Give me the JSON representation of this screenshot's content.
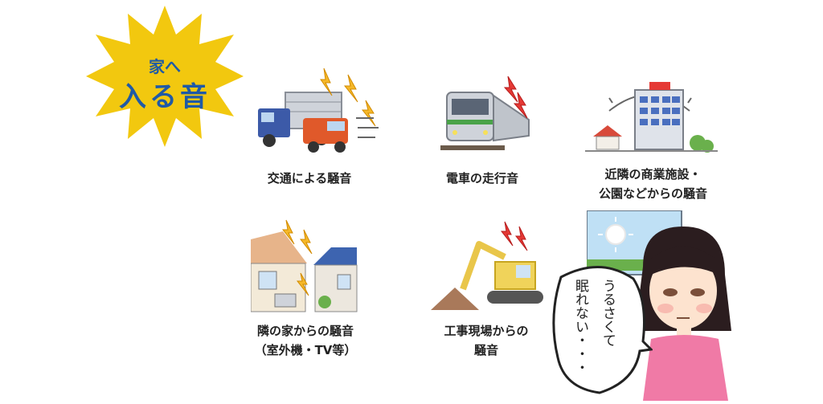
{
  "badge": {
    "line1": "家へ",
    "line2": "入る音",
    "color": "#f2c80f",
    "text_color": "#1f5aa6"
  },
  "items": [
    {
      "id": "traffic",
      "caption_lines": [
        "交通による騒音"
      ]
    },
    {
      "id": "train",
      "caption_lines": [
        "電車の走行音"
      ]
    },
    {
      "id": "commercial",
      "caption_lines": [
        "近隣の商業施設・",
        "公園などからの騒音"
      ]
    },
    {
      "id": "neighbor",
      "caption_lines": [
        "隣の家からの騒音",
        "（室外機・TV等）"
      ]
    },
    {
      "id": "construction",
      "caption_lines": [
        "工事現場からの",
        "騒音"
      ]
    }
  ],
  "speech": {
    "col1": "うるさくて",
    "col2": "眠れない・・・"
  },
  "icons": [
    "lightning-icon",
    "sun-icon"
  ]
}
